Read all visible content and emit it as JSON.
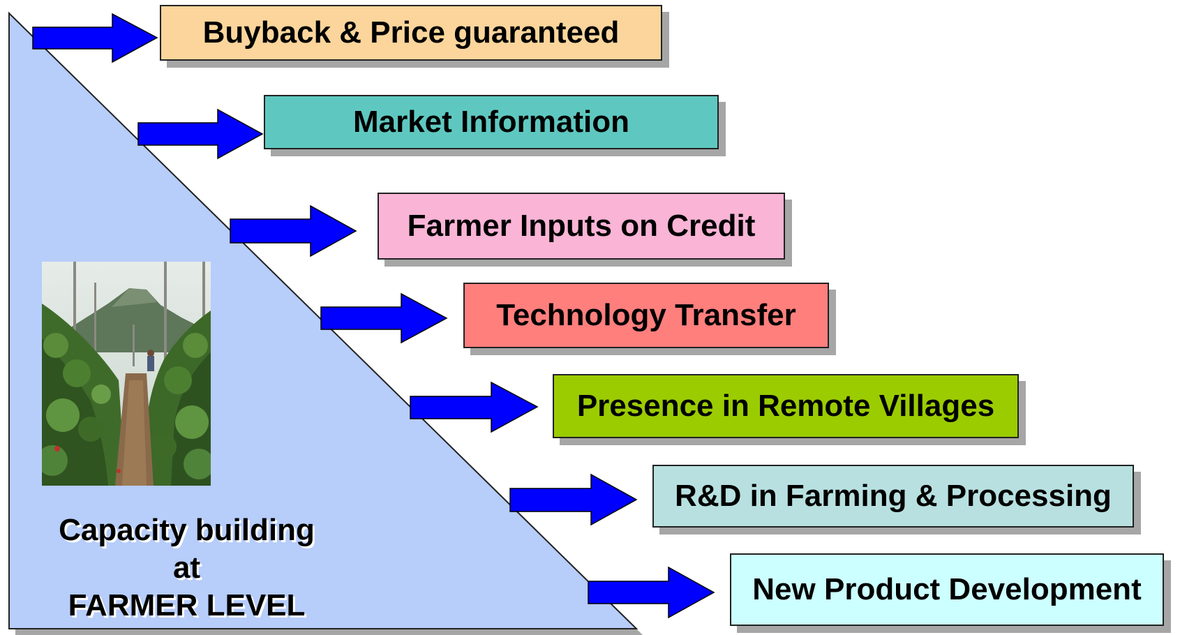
{
  "diagram": {
    "caption": {
      "line1": "Capacity building",
      "line2": "at",
      "line3": "FARMER LEVEL"
    },
    "items": [
      {
        "label": "Buyback & Price guaranteed",
        "color": "#fbd59b"
      },
      {
        "label": "Market Information",
        "color": "#5ec8c0"
      },
      {
        "label": "Farmer Inputs on Credit",
        "color": "#f9b4d6"
      },
      {
        "label": "Technology Transfer",
        "color": "#ff7f7d"
      },
      {
        "label": "Presence in Remote Villages",
        "color": "#9bcc00"
      },
      {
        "label": "R&D in Farming & Processing",
        "color": "#b8e0e0"
      },
      {
        "label": "New Product Development",
        "color": "#ccffff"
      }
    ],
    "colors": {
      "triangle": "#b7cdfa",
      "arrow": "#0000ff"
    }
  }
}
